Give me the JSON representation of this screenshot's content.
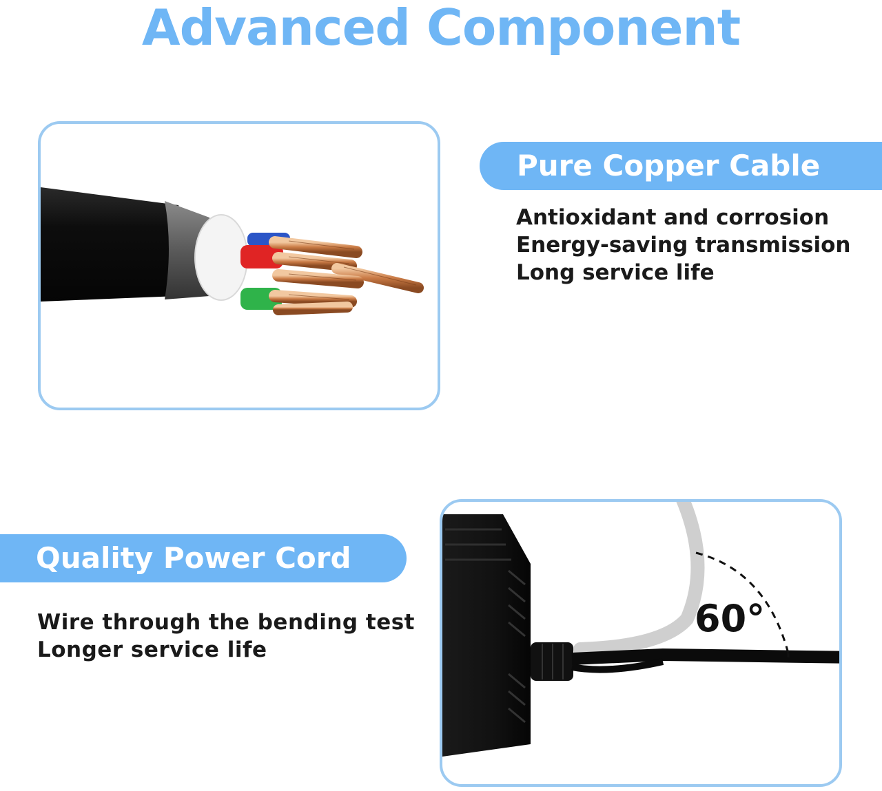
{
  "colors": {
    "accent": "#6fb6f5",
    "frame_border": "#9ccaf1",
    "text": "#1a1a1a"
  },
  "page": {
    "title": "Advanced Component"
  },
  "copper_section": {
    "label": "Pure Copper Cable",
    "features": [
      "Antioxidant and corrosion",
      "Energy-saving transmission",
      "Long service life"
    ]
  },
  "cord_section": {
    "label": "Quality Power Cord",
    "features": [
      "Wire through the bending test",
      "Longer service life"
    ],
    "angle_label": "60°"
  }
}
